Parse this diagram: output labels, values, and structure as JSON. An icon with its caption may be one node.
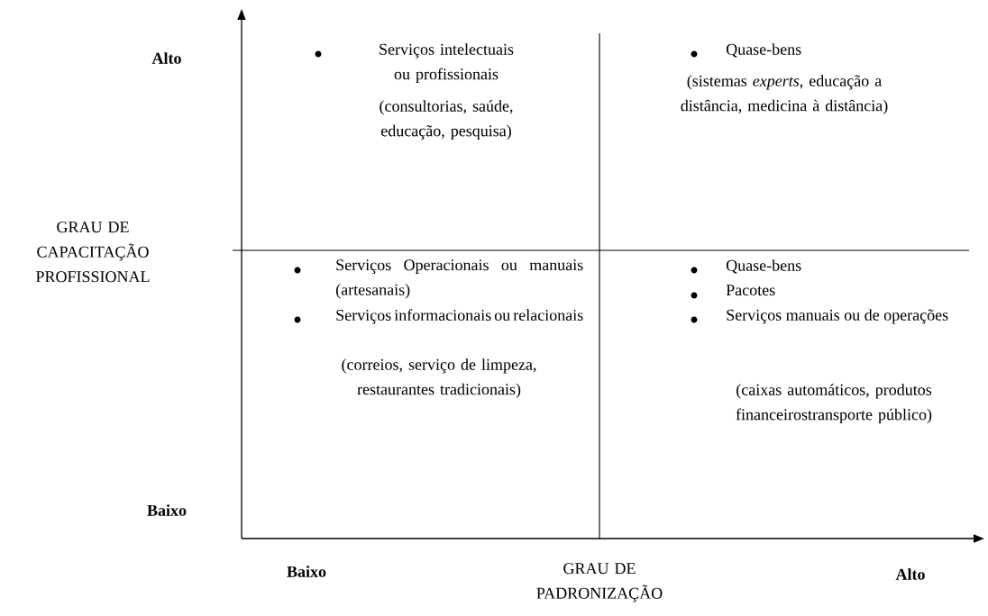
{
  "diagram": {
    "labels": [
      "Alto",
      "GRAU DE CAPACITAÇÃO PROFISSIONAL",
      "Baixo",
      "Serviços intelectuais ou profissionais",
      "(consultorias, saúde, educação, pesquisa)",
      "Quase-bens",
      "(sistemas *experts*, educação a distância, medicina à distância)",
      "Serviços Operacionais ou manuais (artesanais)",
      "Serviços informacionais ou relacionais",
      "(correios, serviço de limpeza, restaurantes tradicionais)",
      "Quase-bens",
      "Pacotes",
      "Serviços manuais ou de operações",
      "(caixas automáticos, produtos financeirostransporte público)",
      "Baixo",
      "GRAU DE PADRONIZAÇÃO",
      "Alto"
    ]
  }
}
